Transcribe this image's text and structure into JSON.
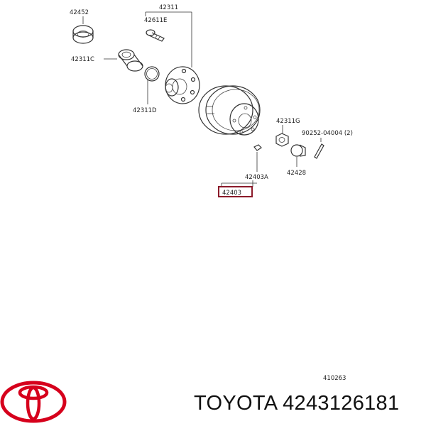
{
  "parts": {
    "p42452": "42452",
    "p42311": "42311",
    "p42611E": "42611E",
    "p42311C": "42311C",
    "p42311D": "42311D",
    "p42311G": "42311G",
    "p90252": "90252-04004 (2)",
    "p42403A": "42403A",
    "p42428": "42428",
    "p42403": "42403",
    "figure_no": "410263"
  },
  "caption": {
    "brand": "TOYOTA",
    "part_number": "4243126181"
  },
  "colors": {
    "highlight_box": "#8b1a2a",
    "logo_red": "#d6001c",
    "line": "#333333"
  }
}
